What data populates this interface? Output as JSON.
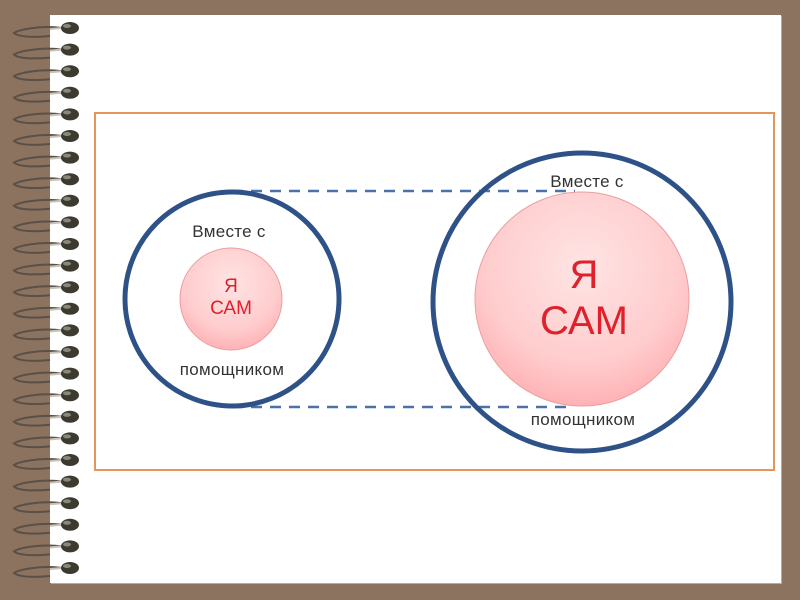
{
  "colors": {
    "background": "#8c7360",
    "paper": "#ffffff",
    "frame": "#e6955a",
    "ring": "#2e5288",
    "dash": "#4a72a8",
    "core_fill": "#ffc6c8",
    "core_text": "#e0202a",
    "label_text": "#333333"
  },
  "spiral_ring_count": 26,
  "diagrams": [
    {
      "id": "small",
      "top_label": "Вместе   с",
      "core_line1": "Я",
      "core_line2": "САМ",
      "bottom_label": "помощником"
    },
    {
      "id": "large",
      "top_label": "Вместе   с",
      "core_line1": "Я",
      "core_line2": "САМ",
      "bottom_label": "помощником"
    }
  ],
  "connector_style": "dashed"
}
